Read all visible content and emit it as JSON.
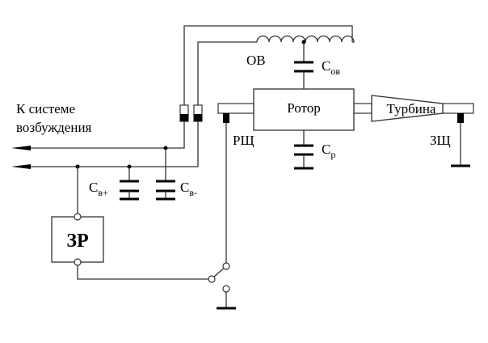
{
  "labels": {
    "excitation_system_line1": "К системе",
    "excitation_system_line2": "возбуждения",
    "field_winding": "ОВ",
    "c_ov_main": "С",
    "c_ov_sub": "ов",
    "rotor": "Ротор",
    "turbine": "Турбина",
    "c_r_main": "С",
    "c_r_sub": "р",
    "brush_rsh": "РЩ",
    "brush_zsh": "ЗЩ",
    "c_vplus_main": "С",
    "c_vplus_sub": "в+",
    "c_vminus_main": "С",
    "c_vminus_sub": "в-",
    "zr_block": "ЗР"
  }
}
